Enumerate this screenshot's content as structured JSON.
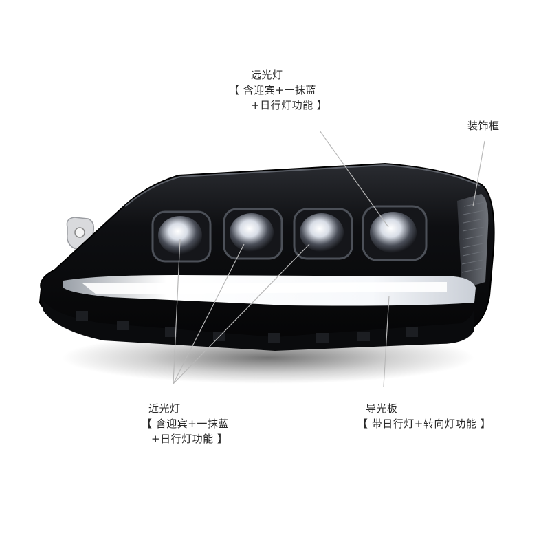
{
  "callouts": {
    "high_beam": {
      "title": "远光灯",
      "line2": "【 含迎宾+一抹蓝",
      "line3": "+日行灯功能 】"
    },
    "trim_frame": {
      "title": "装饰框"
    },
    "low_beam": {
      "title": "近光灯",
      "line2": "【 含迎宾+一抹蓝",
      "line3": "+日行灯功能 】"
    },
    "light_guide": {
      "title": "导光板",
      "line2": "【 带日行灯+转向灯功能 】"
    }
  },
  "colors": {
    "background": "#ffffff",
    "housing": "#0d0e11",
    "led_strip": "#f4f6fa",
    "leader_line": "#b8b8b8",
    "text": "#2a2a2a"
  }
}
